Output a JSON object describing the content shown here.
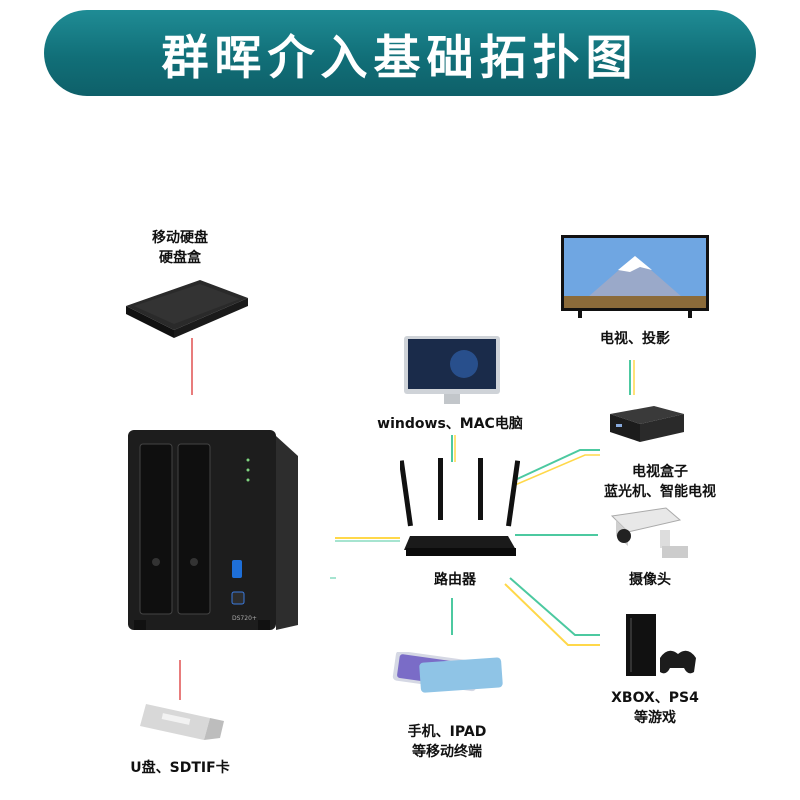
{
  "title": "群晖介入基础拓扑图",
  "devices": {
    "portable_hdd": {
      "line1": "移动硬盘",
      "line2": "硬盘盒"
    },
    "usb": {
      "label": "U盘、SDTIF卡"
    },
    "computer": {
      "label": "windows、MAC电脑"
    },
    "router": {
      "label": "路由器"
    },
    "phone": {
      "line1": "手机、IPAD",
      "line2": "等移动终端"
    },
    "tv": {
      "label": "电视、投影"
    },
    "tvbox": {
      "line1": "电视盒子",
      "line2": "蓝光机、智能电视"
    },
    "camera": {
      "label": "摄像头"
    },
    "console": {
      "line1": "XBOX、PS4",
      "line2": "等游戏"
    },
    "nas": {
      "model": "DS720+"
    }
  },
  "colors": {
    "banner": "#137480",
    "wire_red": "#e05050",
    "wire_green": "#4cc9a0",
    "wire_yellow": "#ffd84a"
  }
}
